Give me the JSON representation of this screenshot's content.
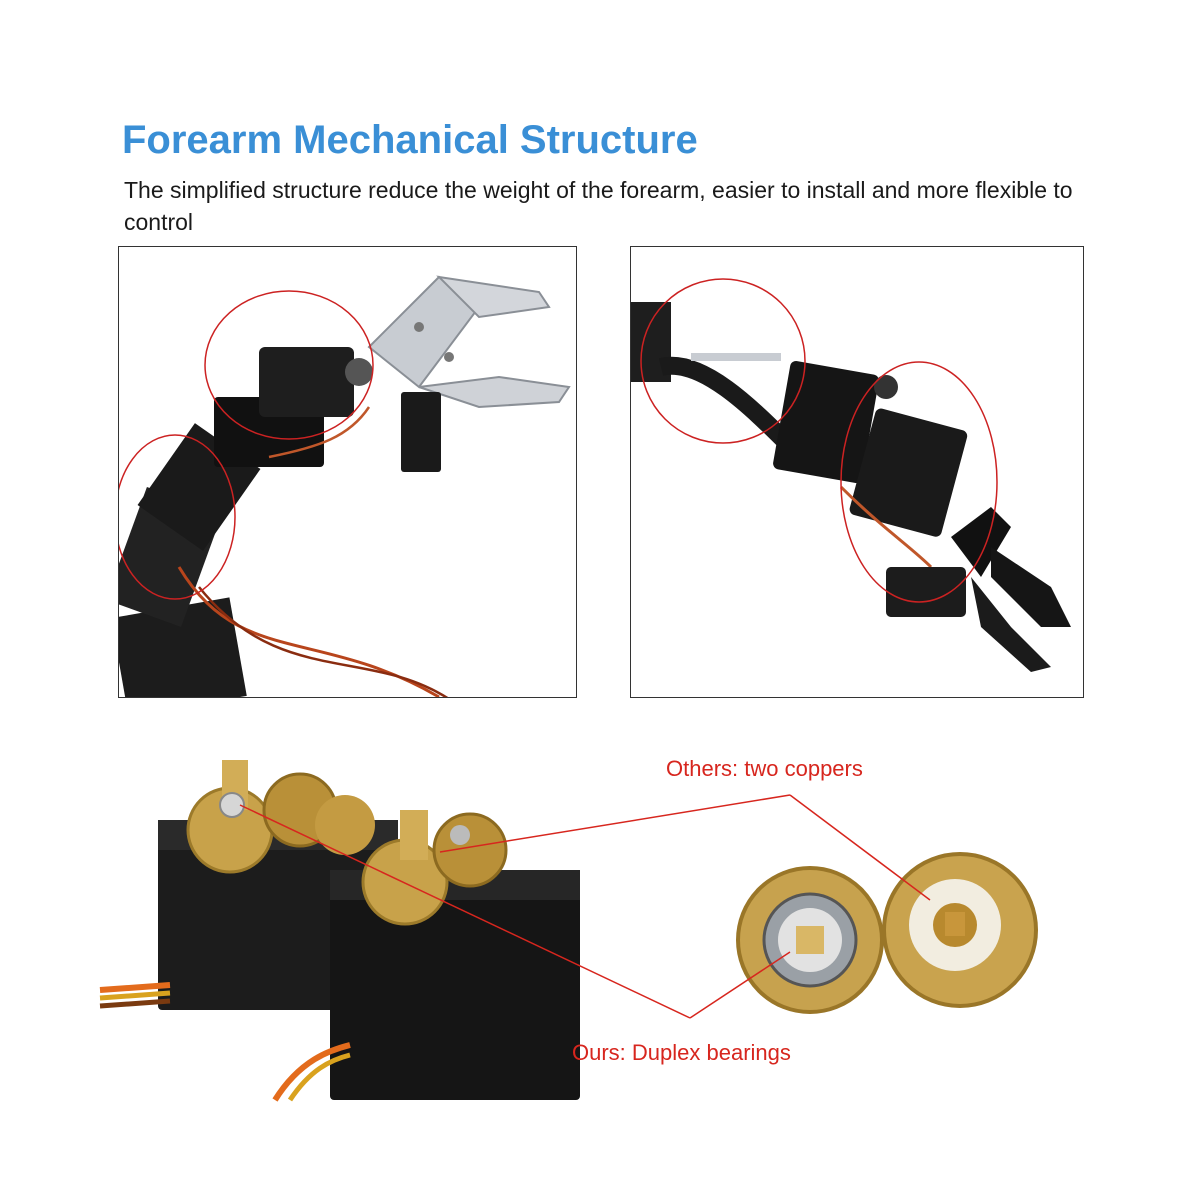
{
  "header": {
    "title": "Forearm Mechanical Structure",
    "description": "The simplified structure reduce the weight of the forearm, easier to install and more flexible to control"
  },
  "callouts": {
    "others": "Others: two coppers",
    "ours": "Ours: Duplex bearings"
  },
  "colors": {
    "title": "#3a8fd6",
    "callout": "#d7261e",
    "frame": "#333333"
  }
}
